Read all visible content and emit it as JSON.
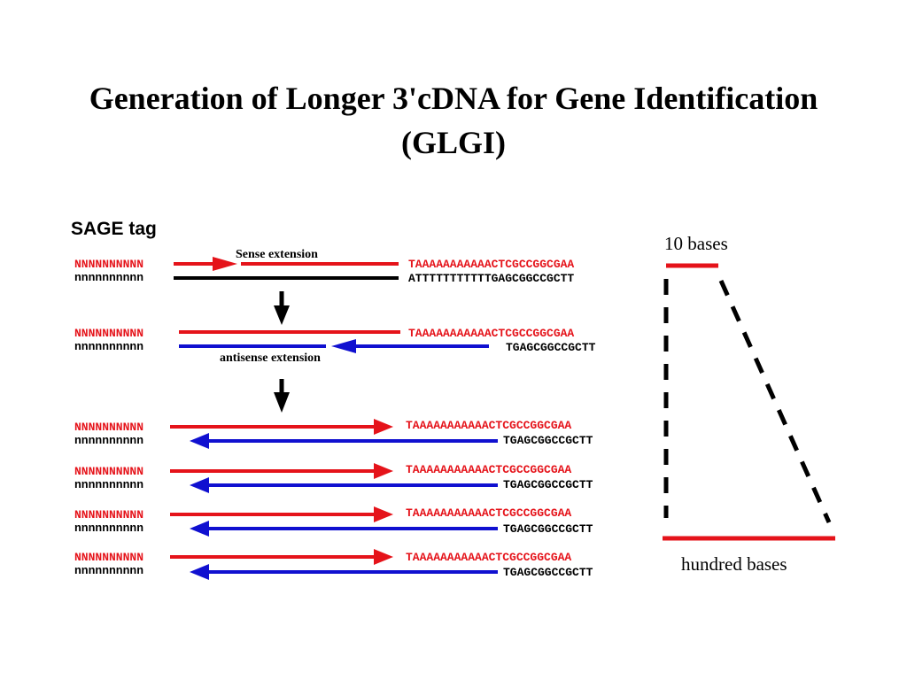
{
  "title_line1": "Generation of Longer 3'cDNA for Gene Identification",
  "title_line2": "(GLGI)",
  "sage_tag_label": "SAGE tag",
  "sense_extension_label": "Sense extension",
  "antisense_extension_label": "antisense extension",
  "tag_upper": "NNNNNNNNNN",
  "tag_lower": "nnnnnnnnnn",
  "seq_sense": "TAAAAAAAAAAACTCGCCGGCGAA",
  "seq_primer_full": "ATTTTTTTTTTTGAGCGGCCGCTT",
  "seq_primer_short": "TGAGCGGCCGCTT",
  "scale_top_label": "10 bases",
  "scale_bottom_label": "hundred bases",
  "colors": {
    "sense": "#e5131a",
    "antisense": "#1010d0",
    "template": "#000000"
  }
}
